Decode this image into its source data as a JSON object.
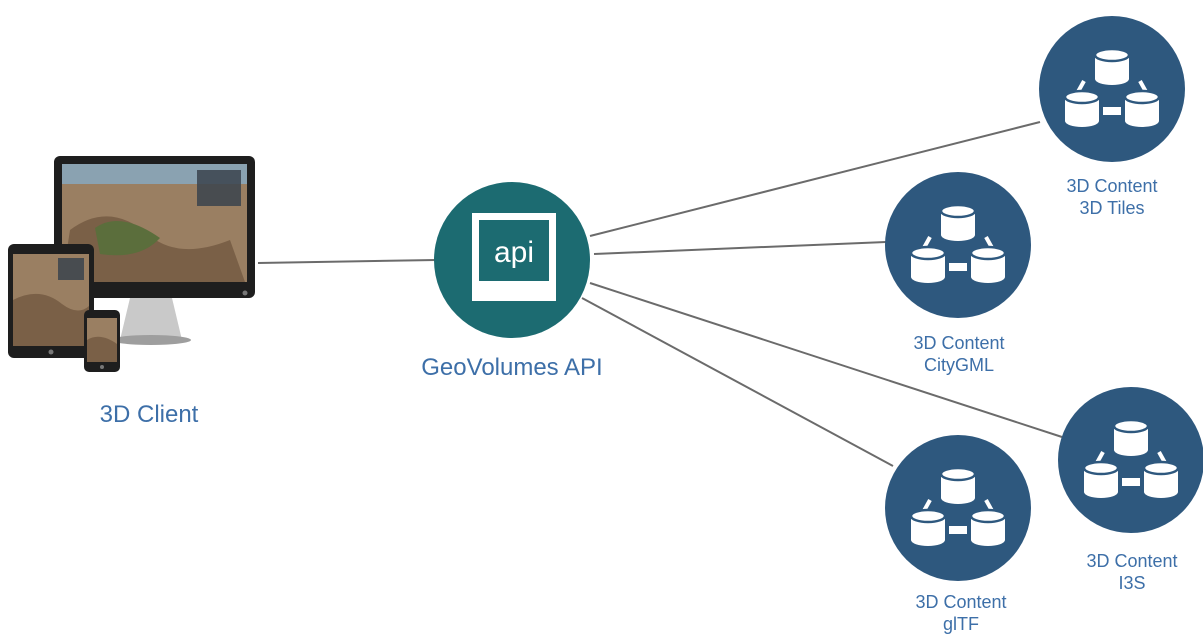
{
  "client": {
    "label": "3D Client"
  },
  "api": {
    "icon_text": "api",
    "label": "GeoVolumes API"
  },
  "nodes": [
    {
      "id": "3dtiles",
      "line1": "3D Content",
      "line2": "3D Tiles"
    },
    {
      "id": "citygml",
      "line1": "3D Content",
      "line2": "CityGML"
    },
    {
      "id": "i3s",
      "line1": "3D Content",
      "line2": "I3S"
    },
    {
      "id": "gltf",
      "line1": "3D Content",
      "line2": "glTF"
    }
  ],
  "colors": {
    "api_circle": "#1c6b71",
    "content_circle": "#2e587e",
    "label_text": "#3d6fa8",
    "connector": "#6b6b6b"
  }
}
